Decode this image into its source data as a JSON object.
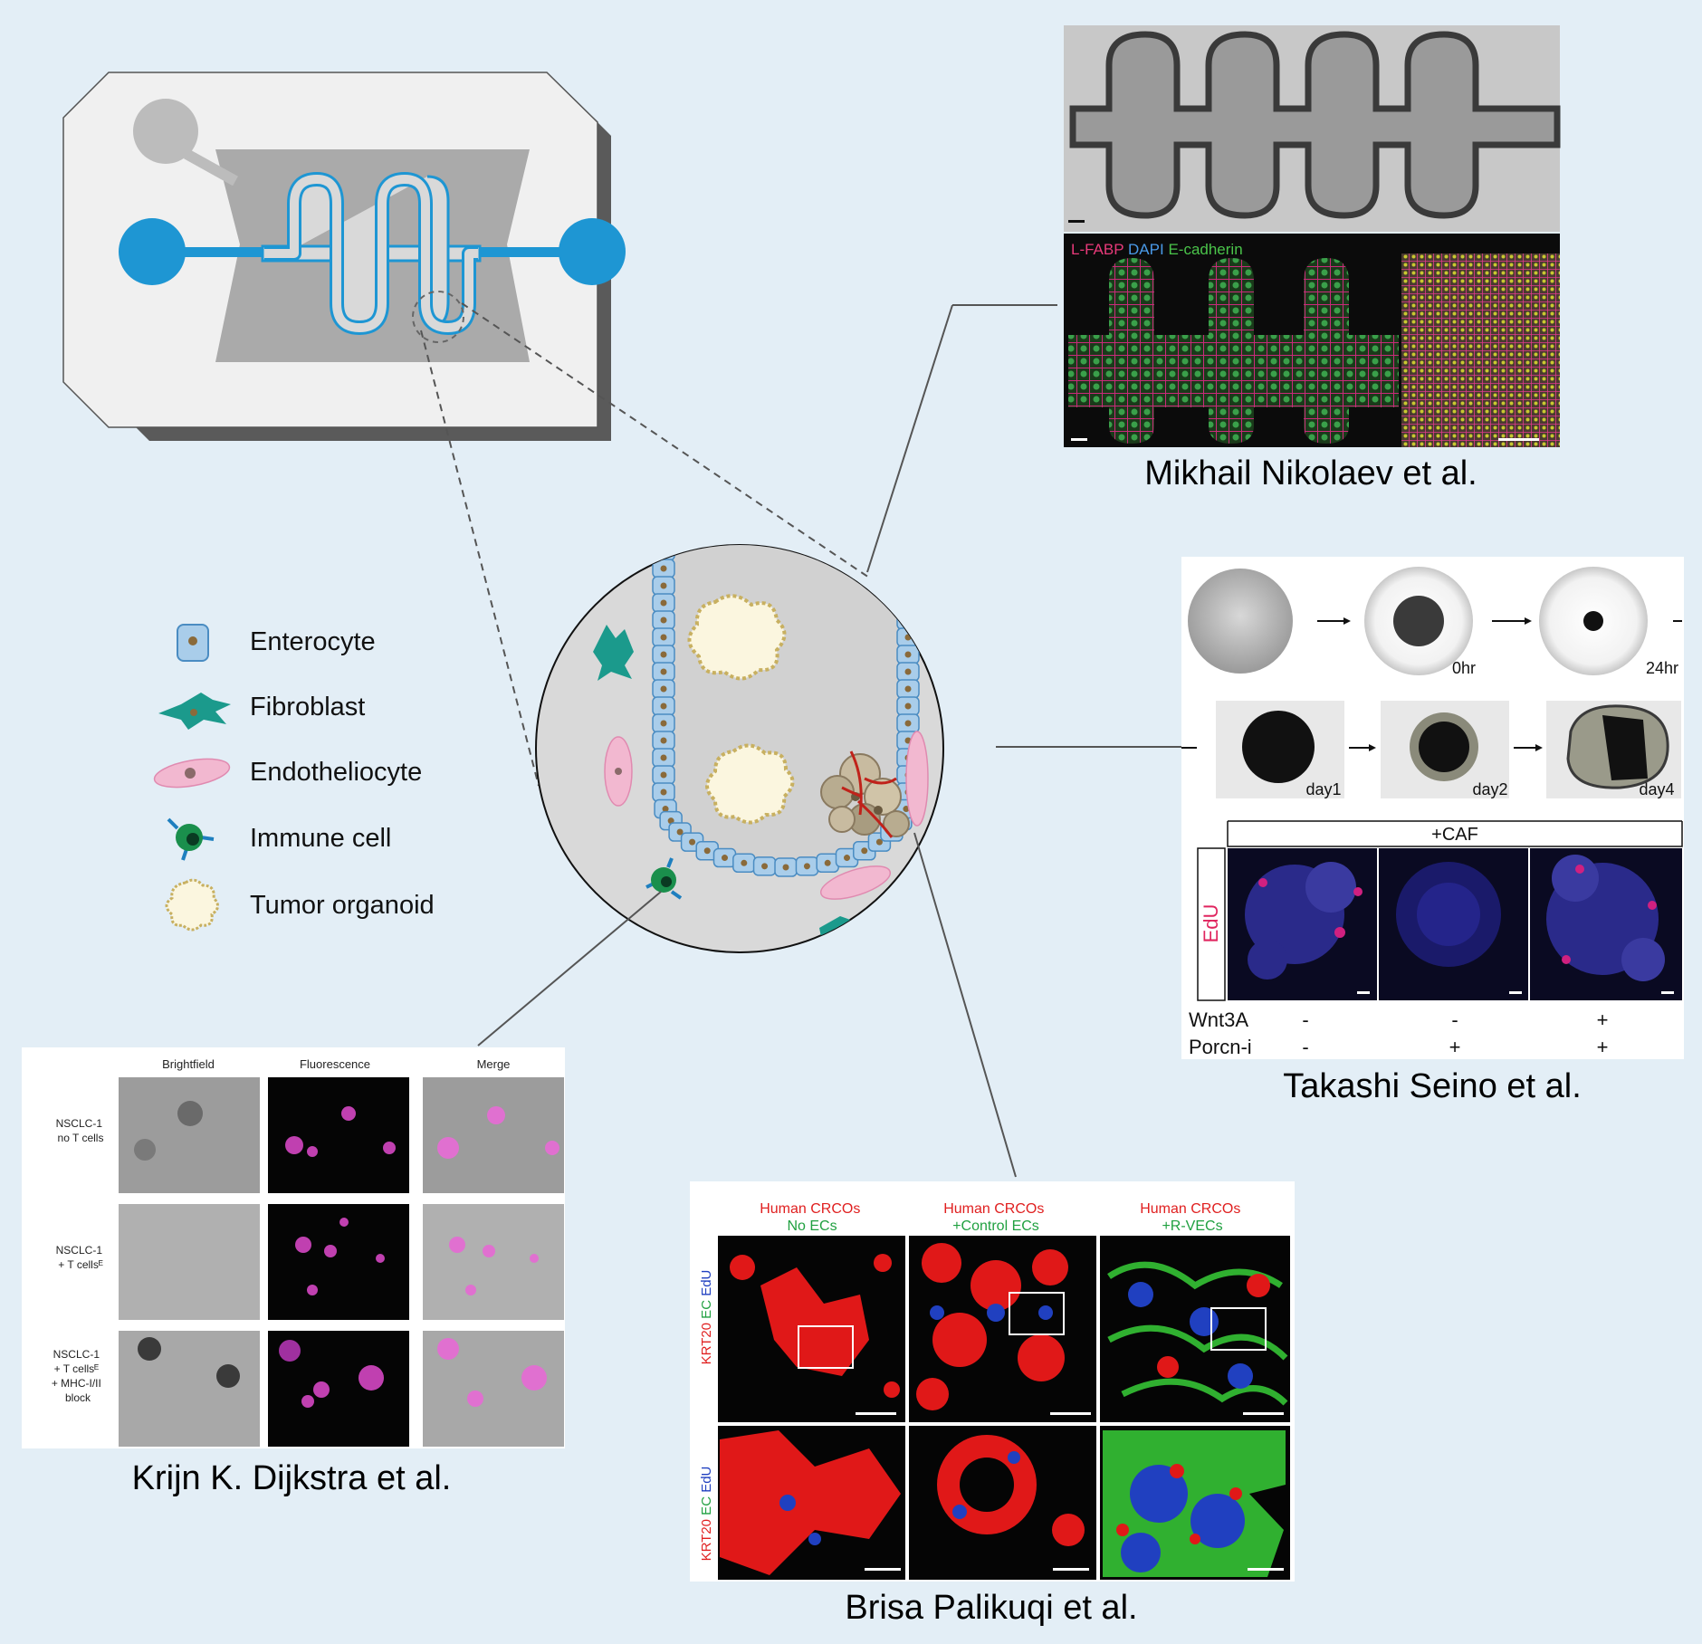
{
  "legend": {
    "items": [
      {
        "icon": "enterocyte-icon",
        "label": "Enterocyte"
      },
      {
        "icon": "fibroblast-icon",
        "label": "Fibroblast"
      },
      {
        "icon": "endotheliocyte-icon",
        "label": "Endotheliocyte"
      },
      {
        "icon": "immune-cell-icon",
        "label": "Immune cell"
      },
      {
        "icon": "tumor-organoid-icon",
        "label": "Tumor organoid"
      }
    ]
  },
  "nikolaev": {
    "stains": {
      "lfabp": "L-FABP",
      "dapi": "DAPI",
      "ecad": "E-cadherin"
    },
    "caption": "Mikhail Nikolaev et al."
  },
  "seino": {
    "time_labels": [
      "0hr",
      "24hr"
    ],
    "day_labels": [
      "day1",
      "day2",
      "day4"
    ],
    "caf_header": "+CAF",
    "edu_label": "EdU",
    "rows": [
      {
        "name": "Wnt3A",
        "values": [
          "-",
          "-",
          "+"
        ]
      },
      {
        "name": "Porcn-i",
        "values": [
          "-",
          "+",
          "+"
        ]
      }
    ],
    "caption": "Takashi Seino et al."
  },
  "dijkstra": {
    "columns": [
      "Brightfield",
      "Fluorescence",
      "Merge"
    ],
    "row_labels": [
      [
        "NSCLC-1",
        "no T cells"
      ],
      [
        "NSCLC-1",
        "+ T cellsᴱ"
      ],
      [
        "NSCLC-1",
        "+ T cellsᴱ",
        "+ MHC-I/II",
        "block"
      ]
    ],
    "caption": "Krijn K. Dijkstra et al."
  },
  "palikuqi": {
    "columns": [
      {
        "line1": "Human CRCOs",
        "line2": "No ECs"
      },
      {
        "line1": "Human CRCOs",
        "line2": "+Control ECs"
      },
      {
        "line1": "Human CRCOs",
        "line2": "+R-VECs"
      }
    ],
    "side_label": {
      "krt20": "KRT20",
      "ec": "EC",
      "edu": "EdU"
    },
    "caption": "Brisa Palikuqi et al."
  },
  "colors": {
    "background": "#e3eef6",
    "chip_blue": "#1e96d3",
    "enterocyte": "#a9cdea",
    "fibroblast": "#1b9a8c",
    "endothelium": "#f2b8d0",
    "immune": "#1a8f4c",
    "organoid": "#fbf6df"
  }
}
